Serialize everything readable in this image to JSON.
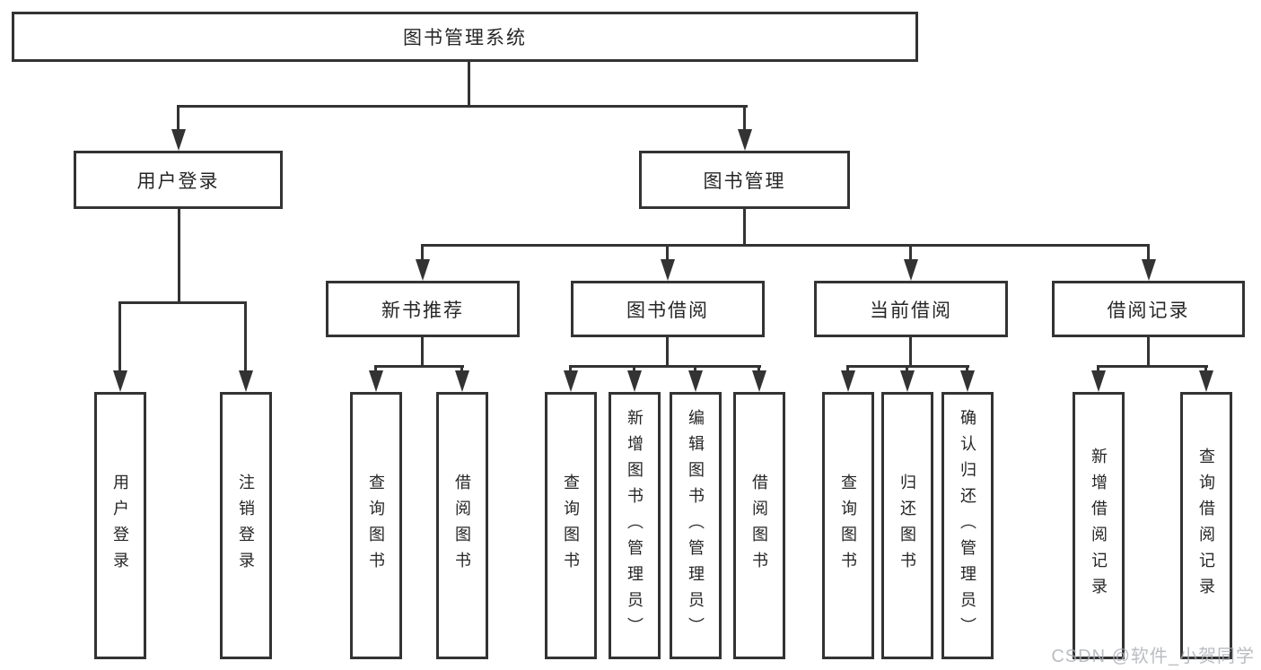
{
  "nodes": {
    "root": {
      "label": "图书管理系统"
    },
    "l2": [
      {
        "label": "用户登录"
      },
      {
        "label": "图书管理"
      }
    ],
    "l3": [
      {
        "label": "新书推荐"
      },
      {
        "label": "图书借阅"
      },
      {
        "label": "当前借阅"
      },
      {
        "label": "借阅记录"
      }
    ],
    "leaves": [
      {
        "label": "用户登录"
      },
      {
        "label": "注销登录"
      },
      {
        "label": "查询图书"
      },
      {
        "label": "借阅图书"
      },
      {
        "label": "查询图书"
      },
      {
        "label": "新增图书（管理员）"
      },
      {
        "label": "编辑图书（管理员）"
      },
      {
        "label": "借阅图书"
      },
      {
        "label": "查询图书"
      },
      {
        "label": "归还图书"
      },
      {
        "label": "确认归还（管理员）"
      },
      {
        "label": "新增借阅记录"
      },
      {
        "label": "查询借阅记录"
      }
    ]
  },
  "watermark": {
    "text": "CSDN @软件_小贺同学"
  },
  "colors": {
    "line": "#333333",
    "text": "#262626",
    "watermark": "#a9adb3",
    "background": "#ffffff"
  }
}
